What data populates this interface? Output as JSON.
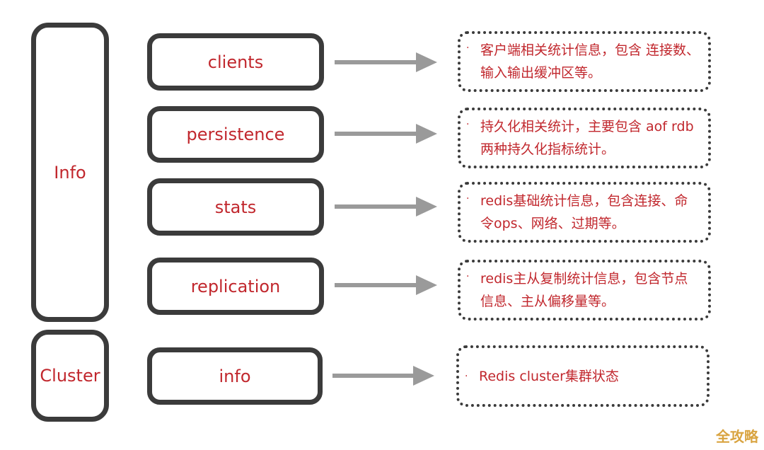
{
  "groups": {
    "info": "Info",
    "cluster": "Cluster"
  },
  "items": [
    {
      "label": "clients",
      "desc": "客户端相关统计信息，包含 连接数、输入输出缓冲区等。"
    },
    {
      "label": "persistence",
      "desc": "持久化相关统计，主要包含 aof rdb两种持久化指标统计。"
    },
    {
      "label": "stats",
      "desc": "redis基础统计信息，包含连接、命令ops、网络、过期等。"
    },
    {
      "label": "replication",
      "desc": "redis主从复制统计信息，包含节点信息、主从偏移量等。"
    },
    {
      "label": "info",
      "desc": "Redis cluster集群状态"
    }
  ],
  "bullet": "·",
  "colors": {
    "text": "#c1272d",
    "border": "#3b3b3b",
    "arrow": "#9a9a9a",
    "watermark": "#d9a441"
  },
  "watermark": "全攻略"
}
